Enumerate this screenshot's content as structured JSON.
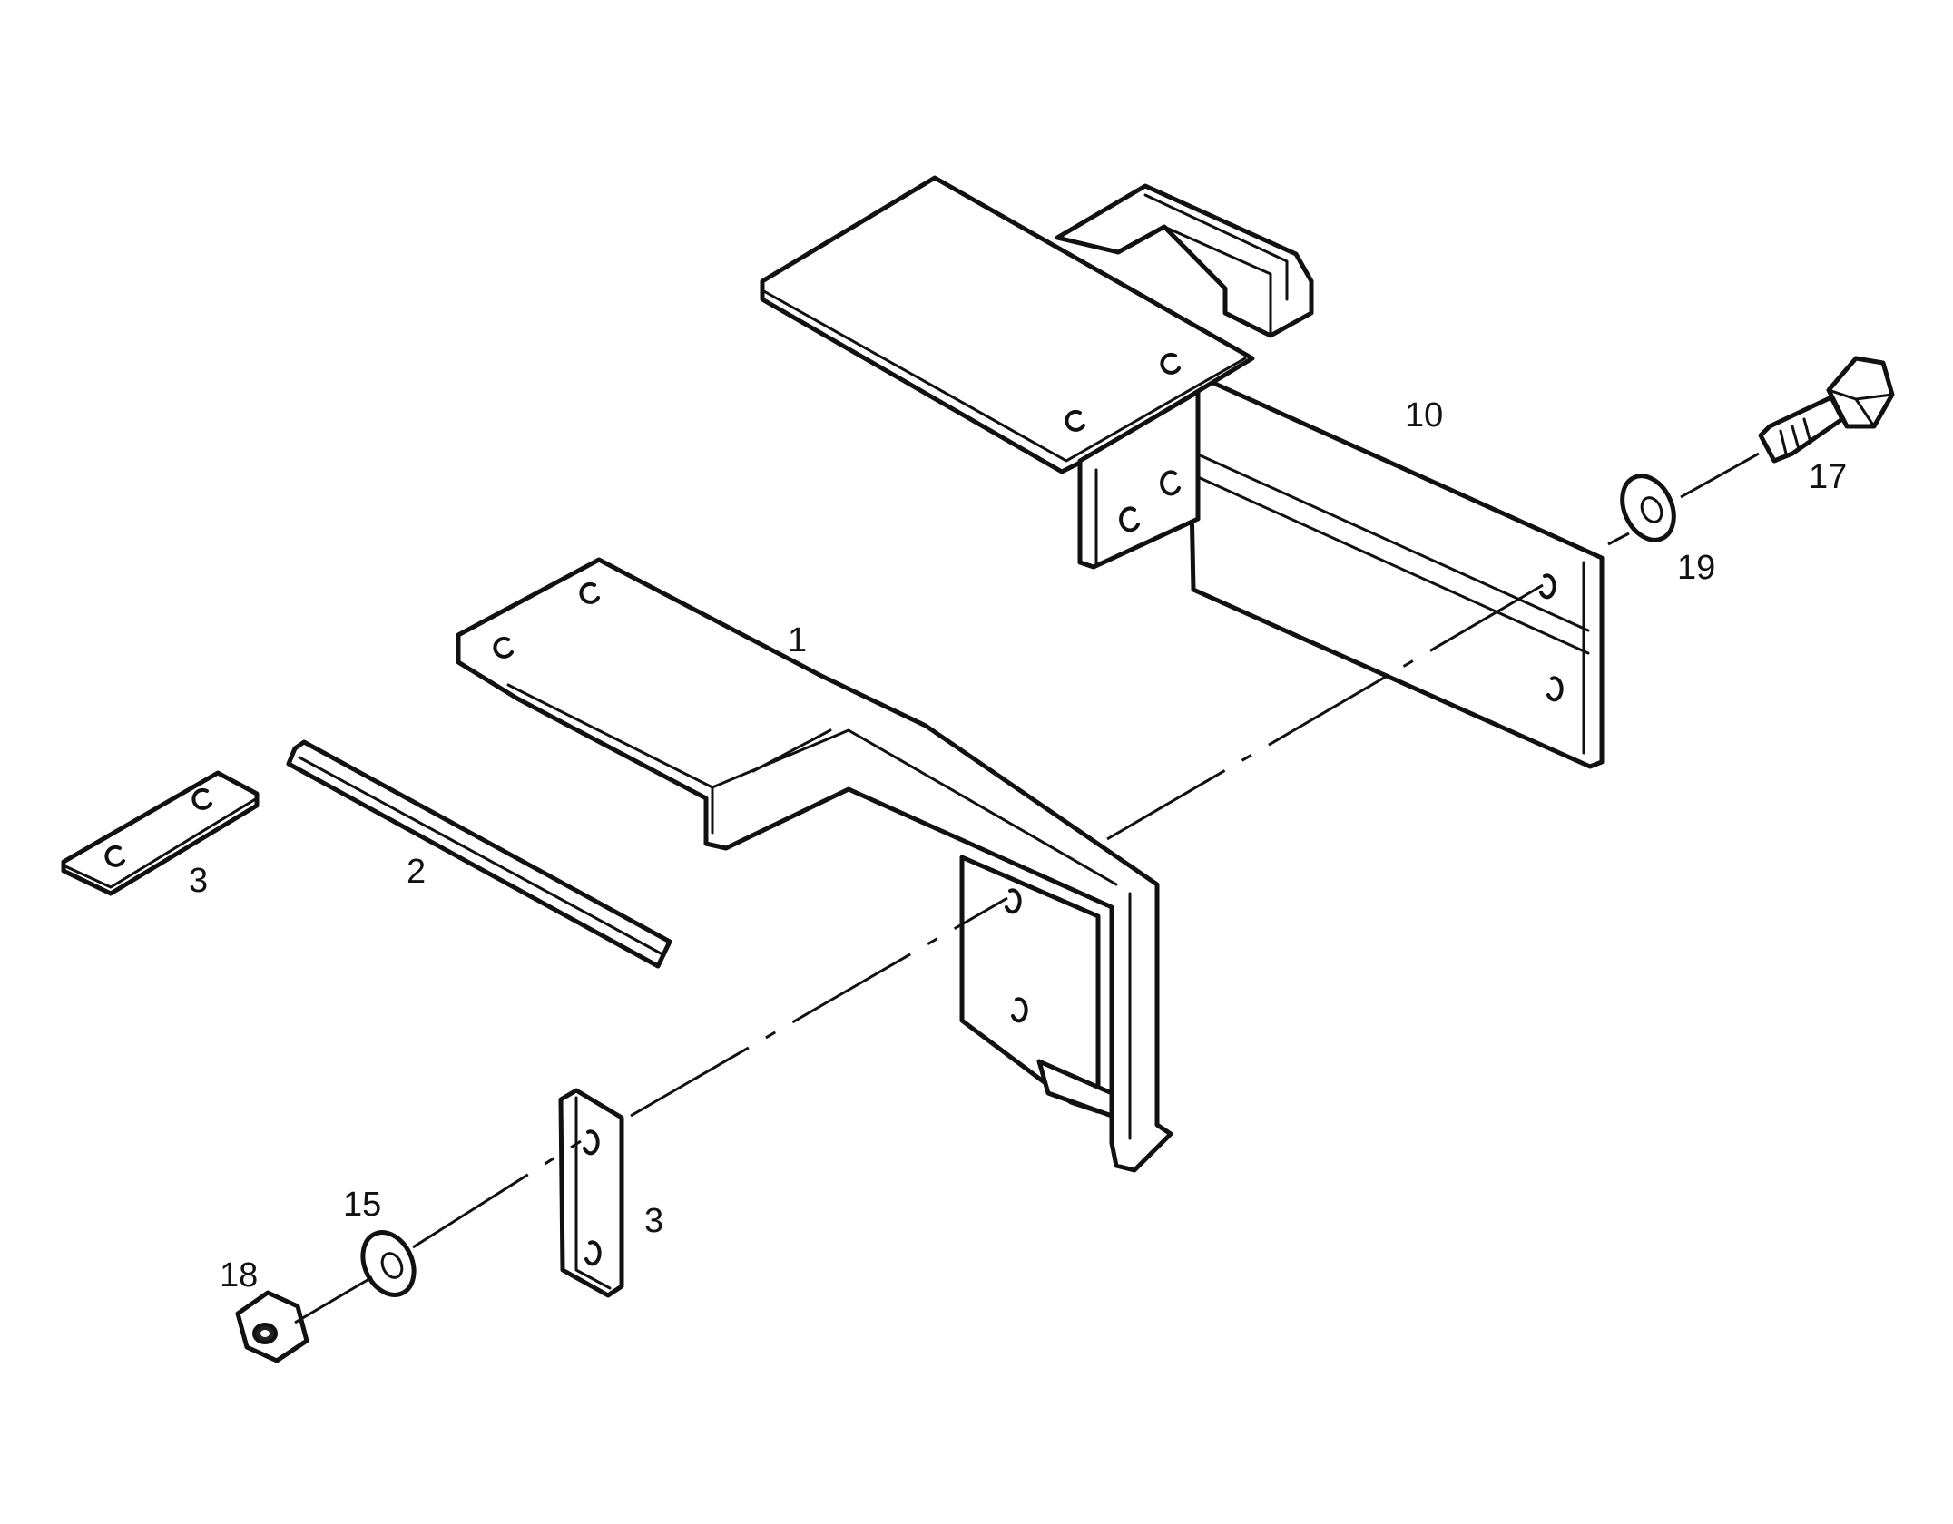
{
  "callouts": {
    "part_1": "1",
    "part_2": "2",
    "part_3_left": "3",
    "part_3_lower": "3",
    "part_10": "10",
    "part_15": "15",
    "part_17": "17",
    "part_18": "18",
    "part_19": "19"
  }
}
